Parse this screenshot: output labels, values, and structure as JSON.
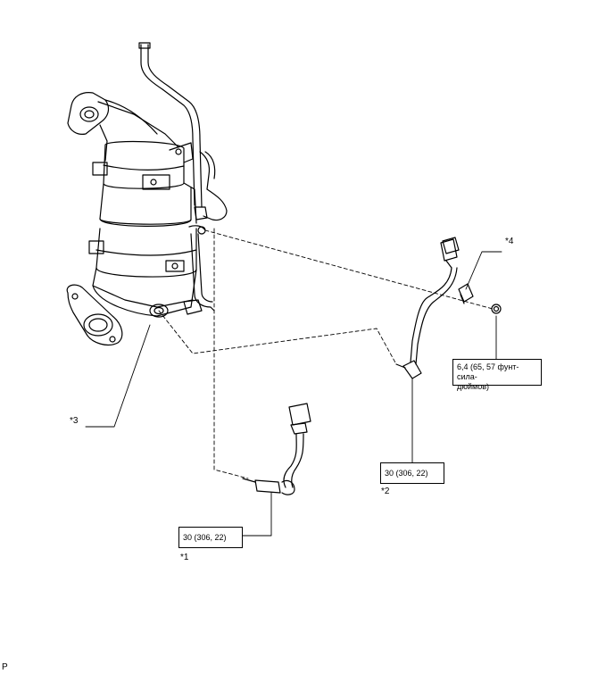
{
  "callouts": {
    "c1": "*1",
    "c2": "*2",
    "c3": "*3",
    "c4": "*4"
  },
  "torque": {
    "sensor1": "30 (306, 22)",
    "sensor2": "30 (306, 22)",
    "nut": [
      "6,4 (65, 57 фунт-сила-",
      "дюймов)"
    ]
  },
  "corner_code": "P"
}
